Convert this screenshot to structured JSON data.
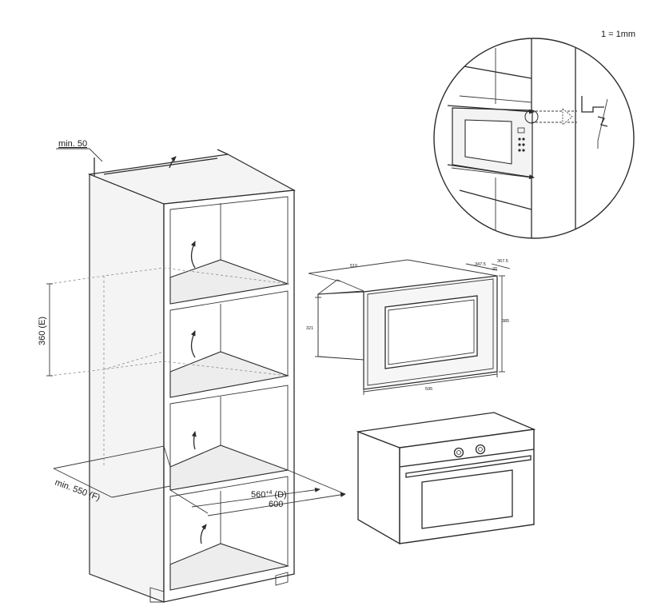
{
  "scale_note": "1 = 1mm",
  "cabinet_dims": {
    "min_top": "min. 50",
    "height_e": "360 (E)",
    "depth_f": "min. 550 (F)",
    "depth_d": "560",
    "depth_d_tol": "+4",
    "depth_d_suffix": "(D)",
    "width": "600"
  },
  "oven_dims": {
    "depth": "510",
    "side_a": "347.5",
    "side_b": "367.5",
    "offset": "20",
    "body_height": "321",
    "front_height": "385",
    "front_width": "595"
  }
}
